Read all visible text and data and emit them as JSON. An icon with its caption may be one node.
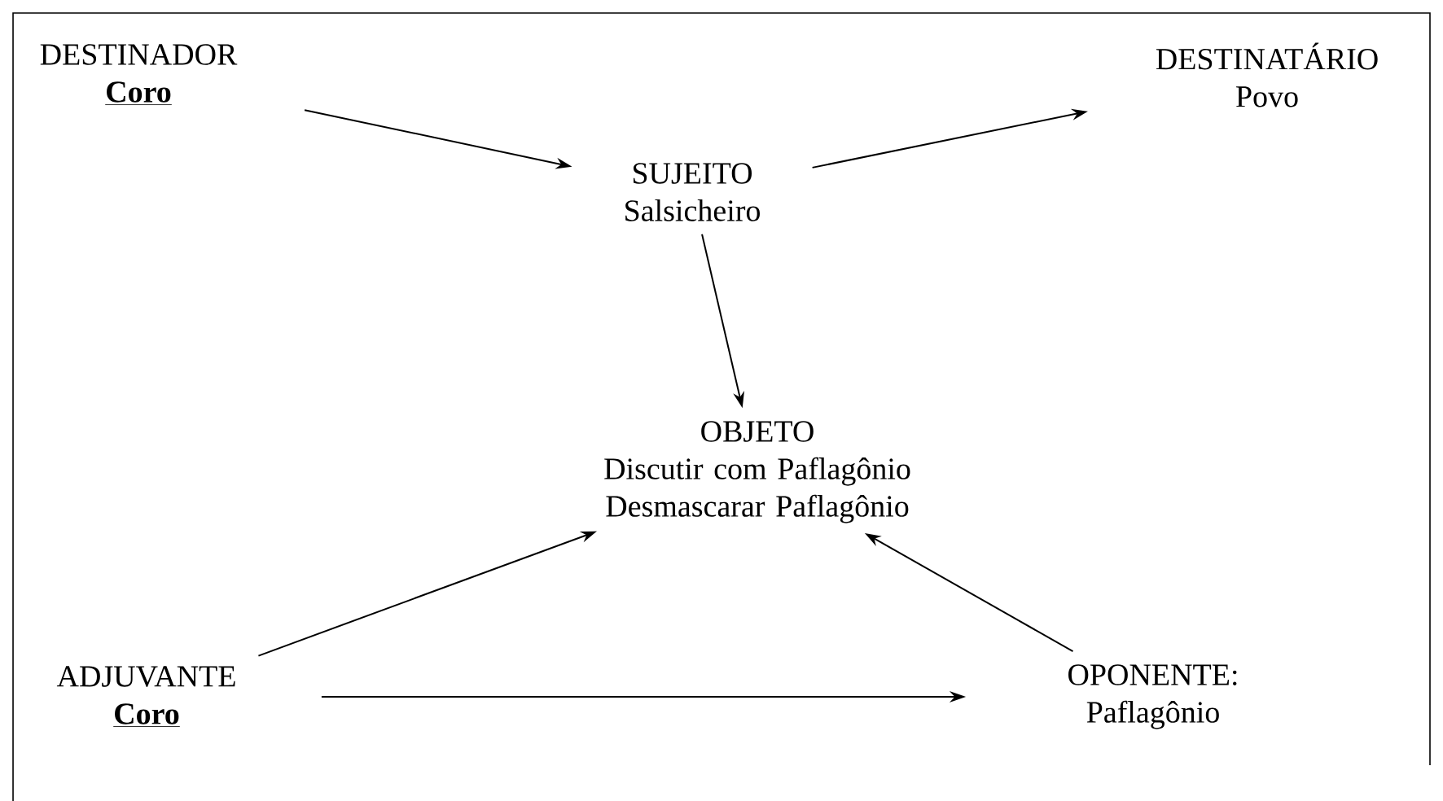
{
  "diagram": {
    "nodes": [
      {
        "text": [
          "DESTINADOR",
          "Coro"
        ]
      },
      {
        "text": [
          "SUJEITO",
          "Salsicheiro"
        ]
      },
      {
        "text": [
          "OBJETO",
          "Discutir com Paflagônio Desmascarar Paflagônio"
        ]
      },
      {
        "text": [
          "DESTINATÁRIO",
          "Povo"
        ]
      },
      {
        "text": [
          "ADJUVANTE",
          "Coro"
        ]
      },
      {
        "text": [
          "OPONENTE:",
          "Paflagônio"
        ]
      }
    ],
    "edges": [
      {
        "from": 0,
        "to": 1,
        "arrow": "to"
      },
      {
        "from": 1,
        "to": 2,
        "arrow": "to"
      },
      {
        "from": 1,
        "to": 3,
        "arrow": "to"
      },
      {
        "from": 4,
        "to": 2,
        "arrow": "to"
      },
      {
        "from": 5,
        "to": 2,
        "arrow": "to"
      },
      {
        "from": 4,
        "to": 5,
        "arrow": "to"
      }
    ]
  }
}
